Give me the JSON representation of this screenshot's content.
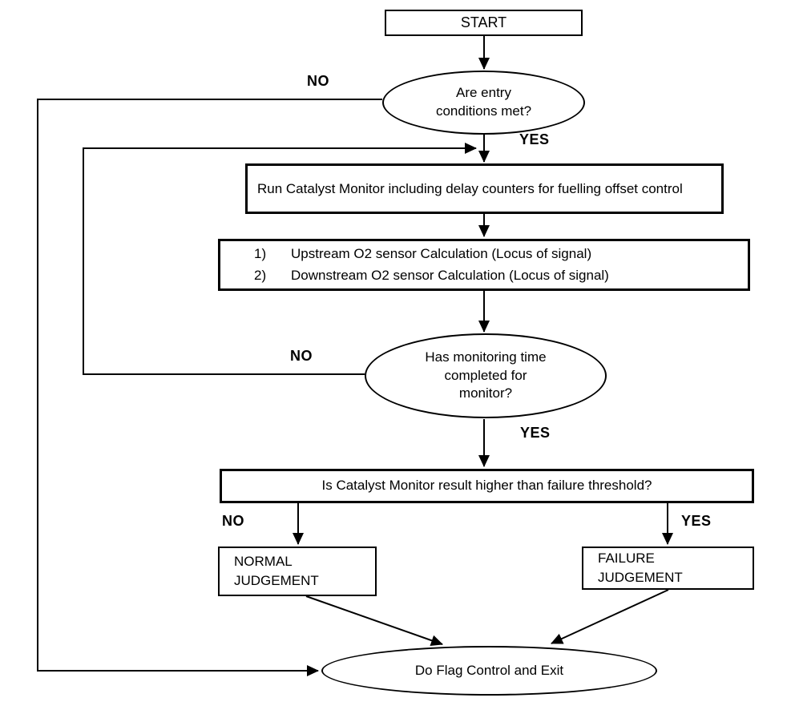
{
  "flowchart": {
    "nodes": {
      "start": "START",
      "entry_decision": "Are entry conditions met?",
      "run_monitor": "Run Catalyst Monitor including delay counters for fuelling offset control",
      "calc_step1_num": "1)",
      "calc_step1": "Upstream O2 sensor Calculation (Locus of signal)",
      "calc_step2_num": "2)",
      "calc_step2": "Downstream O2 sensor Calculation (Locus of signal)",
      "monitoring_decision": "Has monitoring time completed for monitor?",
      "threshold_decision": "Is Catalyst Monitor result higher than failure threshold?",
      "normal_judgement": "NORMAL JUDGEMENT",
      "failure_judgement": "FAILURE JUDGEMENT",
      "exit": "Do Flag Control and Exit"
    },
    "branch_labels": {
      "entry_no": "NO",
      "entry_yes": "YES",
      "monitoring_no": "NO",
      "monitoring_yes": "YES",
      "threshold_no": "NO",
      "threshold_yes": "YES"
    },
    "colors": {
      "line": "#000000",
      "background": "#ffffff",
      "text": "#000000"
    }
  }
}
